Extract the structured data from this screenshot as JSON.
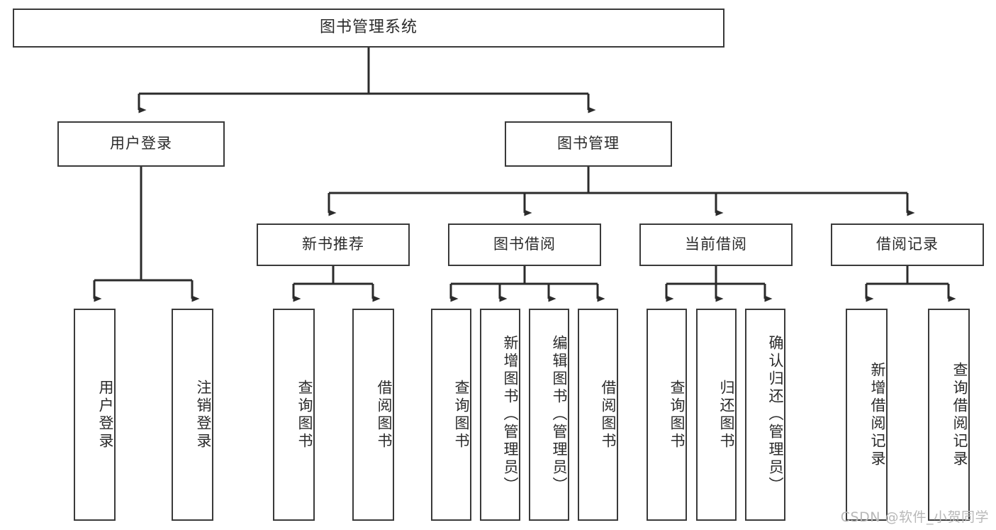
{
  "diagram": {
    "title": "图书管理系统",
    "type": "tree-hierarchy",
    "watermark": "CSDN @软件_小贺同学",
    "colors": {
      "background": "#ffffff",
      "box_border": "#3a3a3a",
      "box_fill": "#ffffff",
      "edge": "#2b2b2b",
      "text": "#2b2b2b",
      "watermark": "#b8b8b8"
    },
    "levels": [
      {
        "level": 1,
        "nodes": [
          {
            "id": "root",
            "label": "图书管理系统",
            "orientation": "horizontal"
          }
        ]
      },
      {
        "level": 2,
        "nodes": [
          {
            "id": "user-login",
            "label": "用户登录",
            "orientation": "horizontal",
            "parent": "root"
          },
          {
            "id": "book-manage",
            "label": "图书管理",
            "orientation": "horizontal",
            "parent": "root"
          }
        ]
      },
      {
        "level": 3,
        "nodes": [
          {
            "id": "new-book-rec",
            "label": "新书推荐",
            "orientation": "horizontal",
            "parent": "book-manage"
          },
          {
            "id": "book-borrow",
            "label": "图书借阅",
            "orientation": "horizontal",
            "parent": "book-manage"
          },
          {
            "id": "current-borrow",
            "label": "当前借阅",
            "orientation": "horizontal",
            "parent": "book-manage"
          },
          {
            "id": "borrow-record",
            "label": "借阅记录",
            "orientation": "horizontal",
            "parent": "book-manage"
          }
        ]
      },
      {
        "level": 4,
        "nodes": [
          {
            "id": "leaf-user-login",
            "label": "用户登录",
            "orientation": "vertical",
            "parent": "user-login"
          },
          {
            "id": "leaf-logout-login",
            "label": "注销登录",
            "orientation": "vertical",
            "parent": "user-login"
          },
          {
            "id": "leaf-query-book-1",
            "label": "查询图书",
            "orientation": "vertical",
            "parent": "new-book-rec"
          },
          {
            "id": "leaf-borrow-book-1",
            "label": "借阅图书",
            "orientation": "vertical",
            "parent": "new-book-rec"
          },
          {
            "id": "leaf-query-book-2",
            "label": "查询图书",
            "orientation": "vertical",
            "parent": "book-borrow"
          },
          {
            "id": "leaf-add-book",
            "label": "新增图书（管理员）",
            "orientation": "vertical",
            "parent": "book-borrow"
          },
          {
            "id": "leaf-edit-book",
            "label": "编辑图书（管理员）",
            "orientation": "vertical",
            "parent": "book-borrow"
          },
          {
            "id": "leaf-borrow-book-2",
            "label": "借阅图书",
            "orientation": "vertical",
            "parent": "book-borrow"
          },
          {
            "id": "leaf-query-book-3",
            "label": "查询图书",
            "orientation": "vertical",
            "parent": "current-borrow"
          },
          {
            "id": "leaf-return-book",
            "label": "归还图书",
            "orientation": "vertical",
            "parent": "current-borrow"
          },
          {
            "id": "leaf-confirm-return",
            "label": "确认归还（管理员）",
            "orientation": "vertical",
            "parent": "current-borrow"
          },
          {
            "id": "leaf-add-record",
            "label": "新增借阅记录",
            "orientation": "vertical",
            "parent": "borrow-record"
          },
          {
            "id": "leaf-query-record",
            "label": "查询借阅记录",
            "orientation": "vertical",
            "parent": "borrow-record"
          }
        ]
      }
    ]
  }
}
